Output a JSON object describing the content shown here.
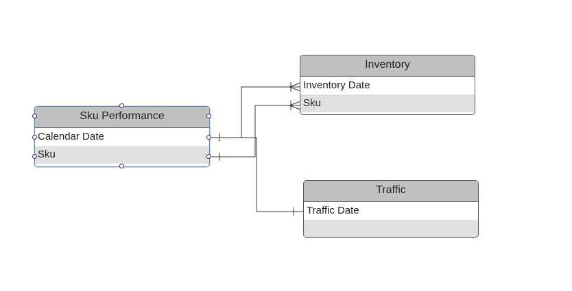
{
  "diagram": {
    "entities": [
      {
        "id": "sku-performance",
        "title": "Sku Performance",
        "fields": [
          "Calendar Date",
          "Sku"
        ]
      },
      {
        "id": "inventory",
        "title": "Inventory",
        "fields": [
          "Inventory Date",
          "Sku"
        ]
      },
      {
        "id": "traffic",
        "title": "Traffic",
        "fields": [
          "Traffic Date",
          ""
        ]
      }
    ],
    "relationships": [
      {
        "from": "Sku Performance.Calendar Date",
        "to": "Inventory.Inventory Date",
        "from_cardinality": "one",
        "to_cardinality": "many"
      },
      {
        "from": "Sku Performance.Sku",
        "to": "Inventory.Sku",
        "from_cardinality": "one",
        "to_cardinality": "many"
      },
      {
        "from": "Sku Performance.Calendar Date",
        "to": "Traffic.Traffic Date",
        "from_cardinality": "one",
        "to_cardinality": "one"
      }
    ],
    "selected_entity": "Sku Performance",
    "colors": {
      "header": "#c0c0c0",
      "alt_row": "#e0e0e0",
      "border": "#555555",
      "selection": "#6a88b8",
      "connector": "#333333"
    }
  }
}
